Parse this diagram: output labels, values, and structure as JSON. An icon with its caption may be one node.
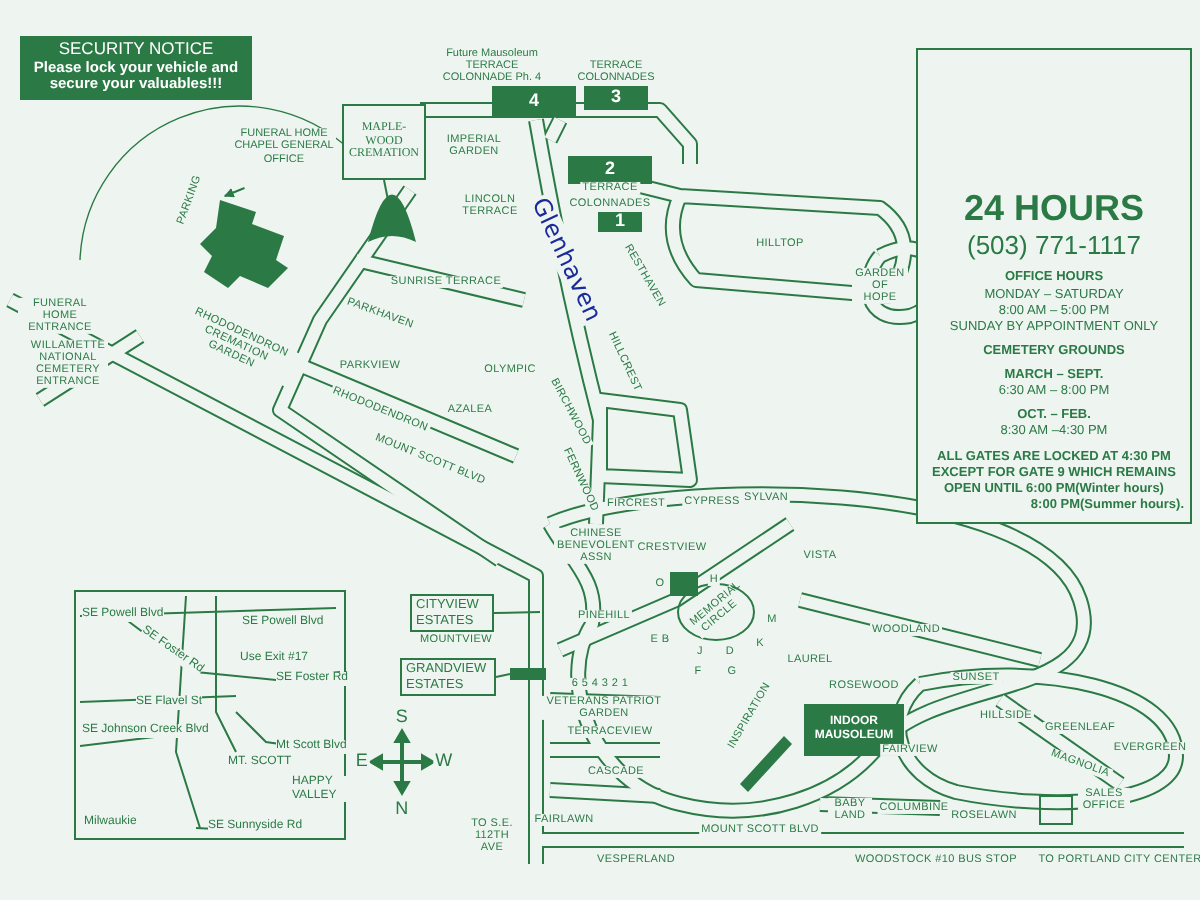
{
  "diagram": {
    "nodes": [
      {
        "text": [
          "SECURITY NOTICE",
          "Please lock your vehicle and secure your valuables!!!"
        ]
      },
      {
        "text": [
          "MAPLE-WOOD CREMATION"
        ]
      },
      {
        "text": [],
        "shape": "circle"
      },
      {
        "text": [
          "FUNERAL HOME CHAPEL GENERAL OFFICE"
        ]
      },
      {
        "text": [],
        "shape": "picture"
      },
      {
        "text": [
          "4"
        ],
        "beside": [
          "Future Mausoleum TERRACE COLONNADE Ph. 4"
        ]
      },
      {
        "text": [
          "3"
        ],
        "beside": [
          "TERRACE COLONNADES"
        ]
      },
      {
        "text": [
          "2"
        ]
      },
      {
        "text": [
          "1"
        ]
      },
      {
        "text": [
          "CITYVIEW ESTATES"
        ]
      },
      {
        "text": [
          "GRANDVIEW ESTATES"
        ]
      },
      {
        "text": [
          "INDOOR MAUSOLEUM"
        ]
      },
      {
        "text": [
          "24 HOURS",
          "(503) 771-1117",
          "OFFICE HOURS",
          "MONDAY – SATURDAY",
          "8:00 AM – 5:00 PM",
          "SUNDAY BY APPOINTMENT ONLY",
          "CEMETERY GROUNDS",
          "MARCH – SEPT.",
          "6:30 AM – 8:00 PM",
          "OCT. – FEB.",
          "8:30 AM –4:30 PM",
          "ALL GATES ARE LOCKED AT 4:30 PM",
          "EXCEPT FOR GATE 9 WHICH REMAINS",
          "OPEN UNTIL 6:00 PM(Winter hours)",
          "8:00 PM(Summer hours)."
        ]
      },
      {
        "text": [
          "SE Powell Blvd",
          "SE Powell Blvd",
          "SE Foster Rd",
          "Use Exit #17",
          "SE Foster Rd",
          "SE Flavel St",
          "SE Johnson Creek Blvd",
          "Mt Scott Blvd",
          "MT. SCOTT",
          "HAPPY VALLEY",
          "Milwaukie",
          "SE Sunnyside Rd"
        ]
      },
      {
        "text": [],
        "shape": "box"
      }
    ],
    "edges": [
      {
        "from": 1,
        "to": 2,
        "arrow": "none"
      },
      {
        "from": 3,
        "to": 4,
        "arrow": "to"
      },
      {
        "from": 9,
        "to": null,
        "arrow": "none"
      },
      {
        "from": 10,
        "to": 14,
        "arrow": "none"
      }
    ],
    "labels": [
      "Glenhaven",
      "PARKING",
      "FUNERAL HOME ENTRANCE",
      "WILLAMETTE NATIONAL CEMETERY ENTRANCE",
      "RHODODENDRON CREMATION GARDEN",
      "RHODODENDRON",
      "MOUNT SCOTT BLVD",
      "IMPERIAL GARDEN",
      "LINCOLN TERRACE",
      "TERRACE",
      "COLONNADES",
      "HILLTOP",
      "GARDEN OF HOPE",
      "RESTHAVEN",
      "SUNRISE TERRACE",
      "PARKHAVEN",
      "PARKVIEW",
      "OLYMPIC",
      "AZALEA",
      "HILLCREST",
      "BIRCHWOOD",
      "FERNWOOD",
      "FIRCREST",
      "CYPRESS",
      "SYLVAN",
      "CHINESE BENEVOLENT ASSN",
      "CRESTVIEW",
      "VISTA",
      "PINEHILL",
      "MEMORIAL CIRCLE",
      "WOODLAND",
      "LAUREL",
      "ROSEWOOD",
      "SUNSET",
      "VETERANS PATRIOT GARDEN",
      "TERRACEVIEW",
      "CASCADE",
      "FAIRLAWN",
      "INSPIRATION",
      "FAIRVIEW",
      "HILLSIDE",
      "GREENLEAF",
      "EVERGREEN",
      "MAGNOLIA",
      "BABY LAND",
      "COLUMBINE",
      "ROSELAWN",
      "SALES OFFICE",
      "MOUNTVIEW",
      "MOUNT SCOTT BLVD",
      "VESPERLAND",
      "WOODSTOCK #10 BUS STOP",
      "TO PORTLAND CITY CENTER",
      "TO S.E. 112TH AVE",
      "S",
      "E",
      "W",
      "N",
      "O",
      "H",
      "M",
      "K",
      "E B",
      "J",
      "D",
      "F",
      "G",
      "6 5 4 3 2 1"
    ]
  }
}
